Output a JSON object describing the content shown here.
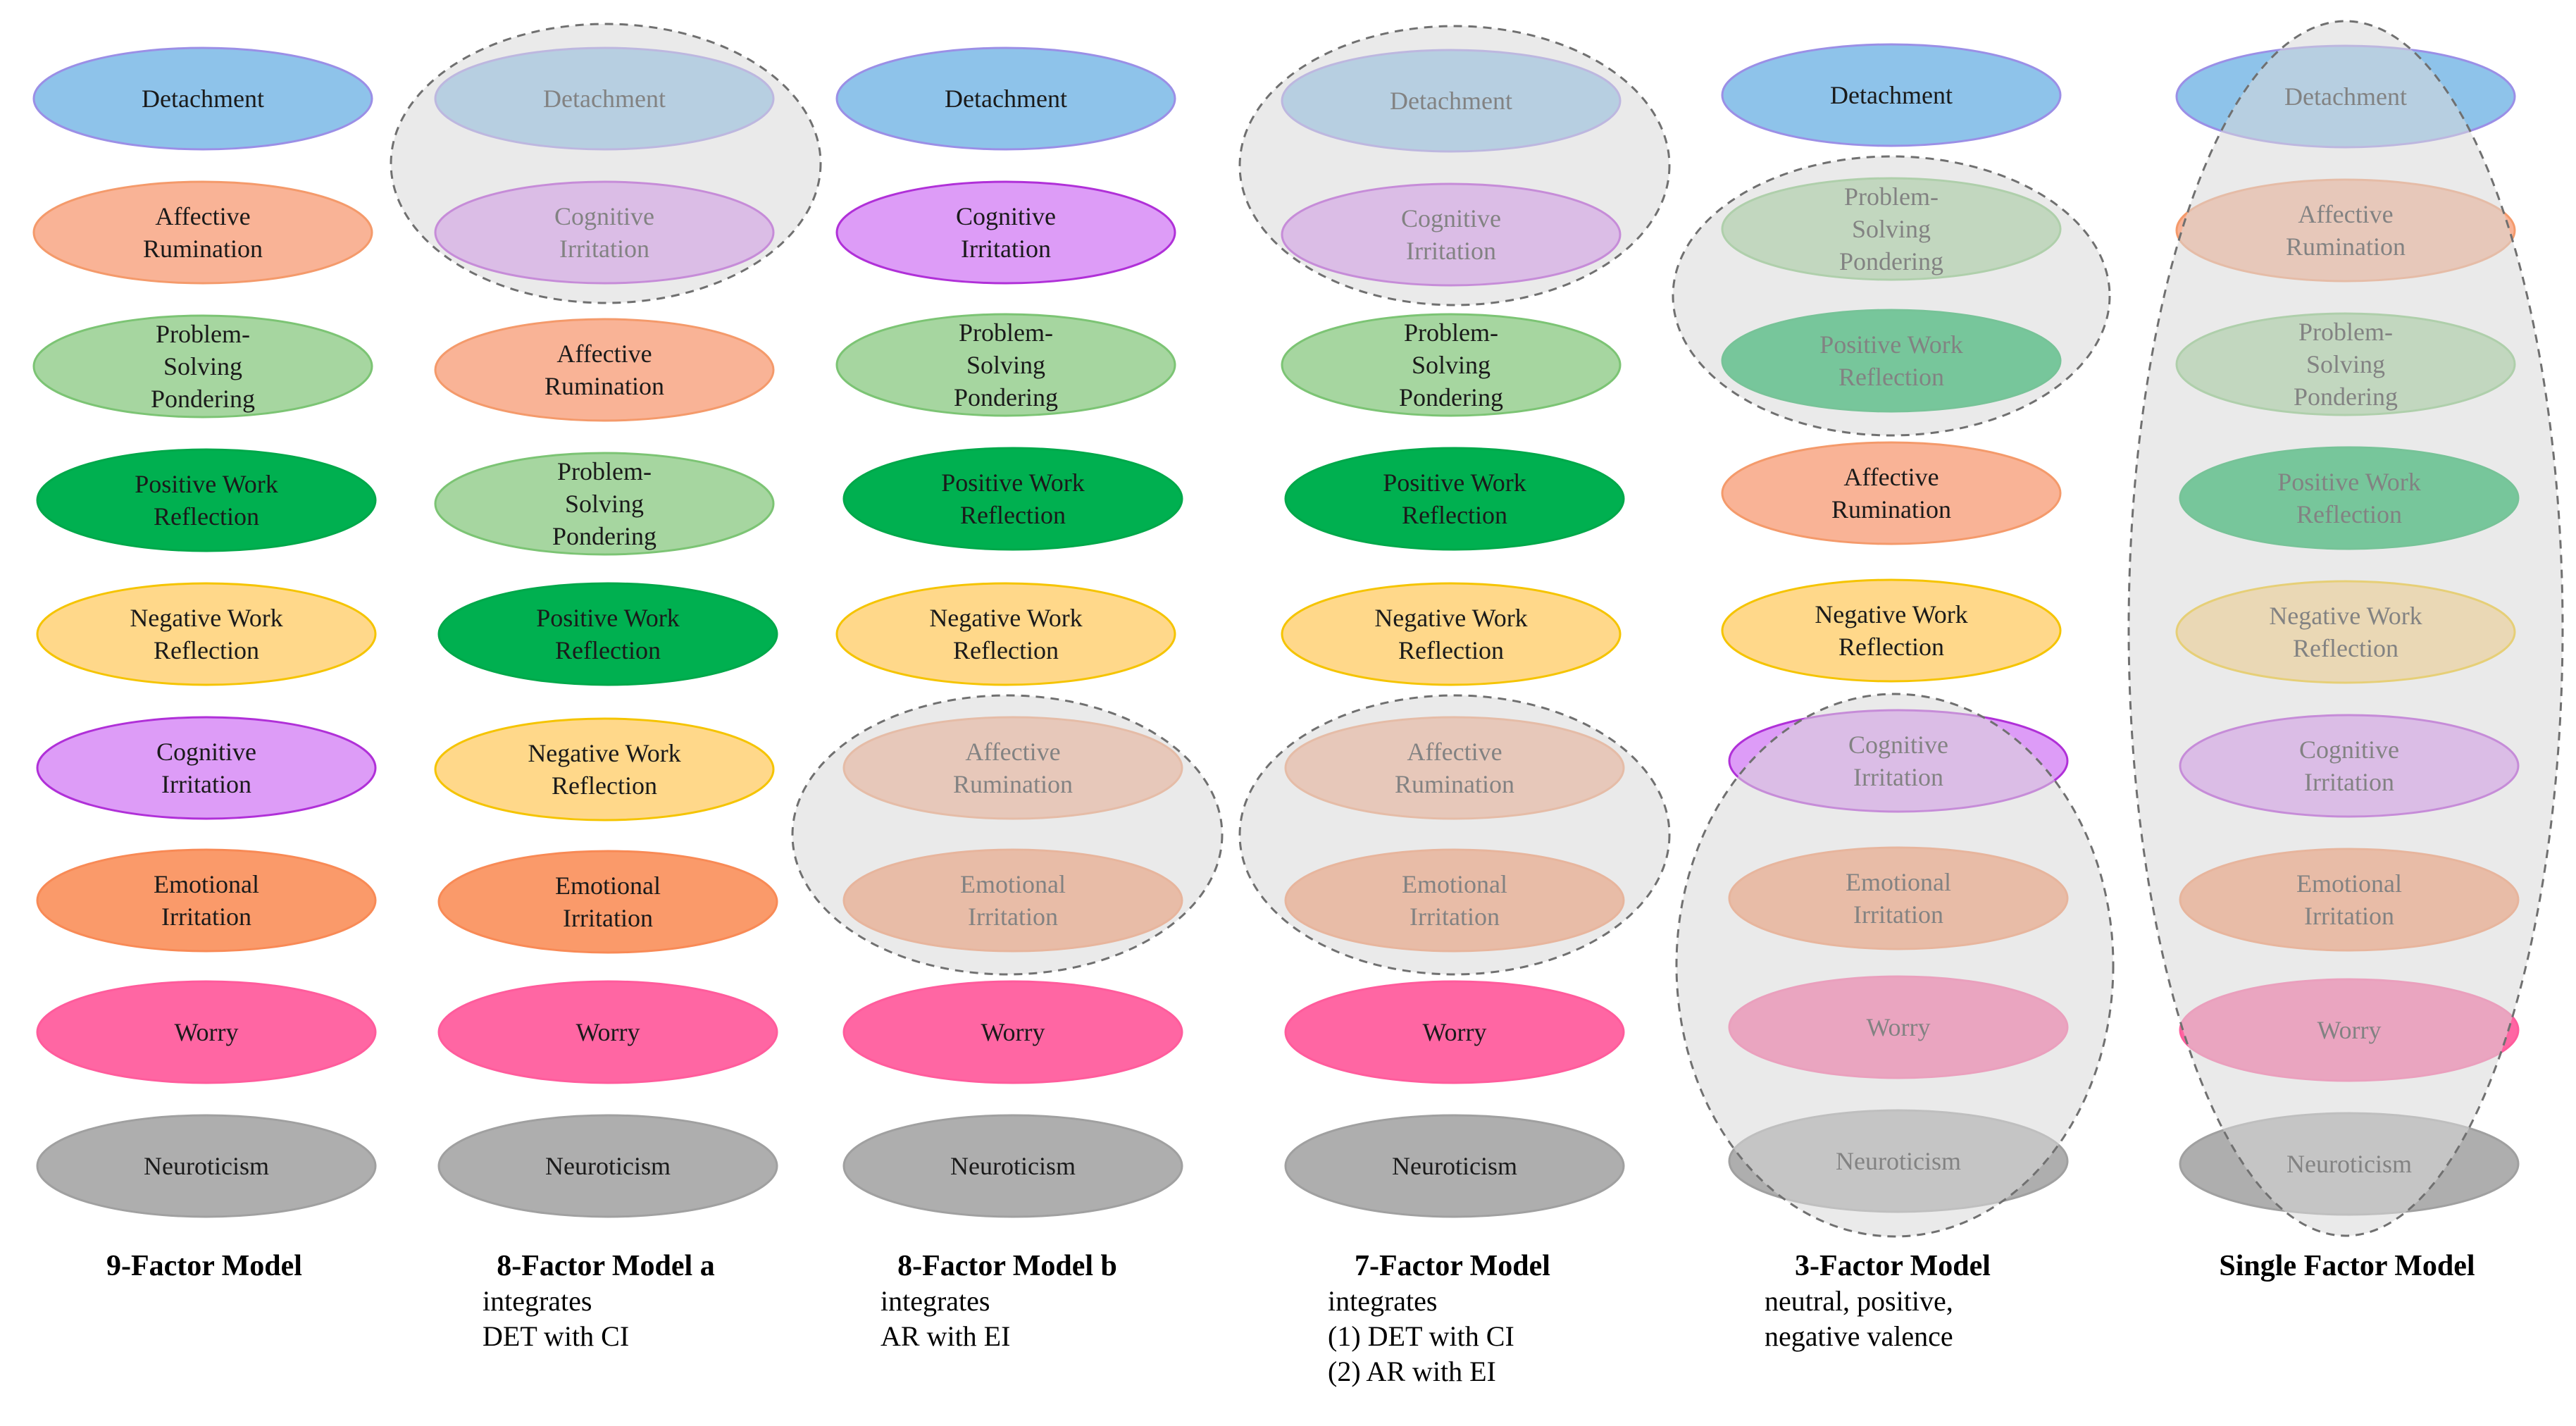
{
  "labels": {
    "DET": [
      "Detachment"
    ],
    "AR": [
      "Affective",
      "Rumination"
    ],
    "PSP": [
      "Problem-",
      "Solving",
      "Pondering"
    ],
    "PWR": [
      "Positive Work",
      "Reflection"
    ],
    "NWR": [
      "Negative Work",
      "Reflection"
    ],
    "CI": [
      "Cognitive",
      "Irritation"
    ],
    "EI": [
      "Emotional",
      "Irritation"
    ],
    "WOR": [
      "Worry"
    ],
    "NEU": [
      "Neuroticism"
    ]
  },
  "colors": {
    "DET": {
      "fill": "#8ec3ea",
      "stroke": "#9b8fe6"
    },
    "AR": {
      "fill": "#f9b396",
      "stroke": "#f49a6b"
    },
    "PSP": {
      "fill": "#a6d6a0",
      "stroke": "#7cc474"
    },
    "PWR": {
      "fill": "#00b050",
      "stroke": "#00a84a"
    },
    "NWR": {
      "fill": "#ffd88a",
      "stroke": "#f5c400"
    },
    "CI": {
      "fill": "#dd9cf7",
      "stroke": "#b030d8"
    },
    "EI": {
      "fill": "#fa9a6a",
      "stroke": "#f88a56"
    },
    "WOR": {
      "fill": "#ff66a3",
      "stroke": "#ff5c9c"
    },
    "NEU": {
      "fill": "#aeaeae",
      "stroke": "#a0a0a0"
    },
    "group_fill": "#d9d9d9",
    "group_stroke": "#707070"
  },
  "models": [
    {
      "title": "9-Factor Model",
      "subtitle": [],
      "order": [
        "DET",
        "AR",
        "PSP",
        "PWR",
        "NWR",
        "CI",
        "EI",
        "WOR",
        "NEU"
      ]
    },
    {
      "title": "8-Factor Model a",
      "subtitle": [
        "integrates",
        "DET with CI"
      ],
      "order": [
        "DET",
        "CI",
        "AR",
        "PSP",
        "PWR",
        "NWR",
        "EI",
        "WOR",
        "NEU"
      ]
    },
    {
      "title": "8-Factor Model b",
      "subtitle": [
        "integrates",
        "AR with EI"
      ],
      "order": [
        "DET",
        "CI",
        "PSP",
        "PWR",
        "NWR",
        "AR",
        "EI",
        "WOR",
        "NEU"
      ]
    },
    {
      "title": "7-Factor Model",
      "subtitle": [
        "integrates",
        "(1)  DET with CI",
        "(2)  AR with EI"
      ],
      "order": [
        "DET",
        "CI",
        "PSP",
        "PWR",
        "NWR",
        "AR",
        "EI",
        "WOR",
        "NEU"
      ]
    },
    {
      "title": "3-Factor Model",
      "subtitle": [
        "neutral, positive,",
        "negative valence"
      ],
      "order": [
        "DET",
        "PSP",
        "PWR",
        "AR",
        "NWR",
        "CI",
        "EI",
        "WOR",
        "NEU"
      ]
    },
    {
      "title": "Single Factor Model",
      "subtitle": [],
      "order": [
        "DET",
        "AR",
        "PSP",
        "PWR",
        "NWR",
        "CI",
        "EI",
        "WOR",
        "NEU"
      ]
    }
  ]
}
